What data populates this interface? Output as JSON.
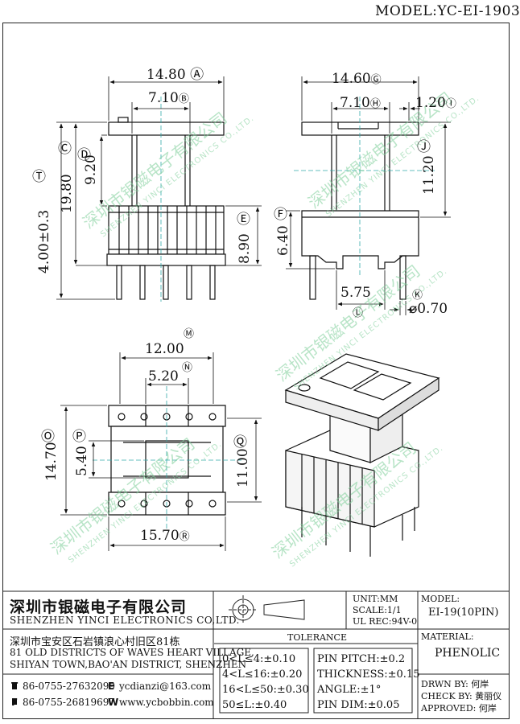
{
  "model_header": "MODEL:YC-EI-1903",
  "dimensions": {
    "a": "14.80",
    "a_tag": "Ⓐ",
    "b": "7.10",
    "b_tag": "Ⓑ",
    "c_tag": "Ⓒ",
    "t_tag": "Ⓣ",
    "d_tag": "Ⓓ",
    "t": "4.00±0.3",
    "c": "19.80",
    "d": "9.20",
    "e": "8.90",
    "e_tag": "Ⓔ",
    "g": "14.60",
    "g_tag": "Ⓖ",
    "h": "7.10",
    "h_tag": "Ⓗ",
    "i": "1.20",
    "i_tag": "Ⓘ",
    "j": "11.20",
    "j_tag": "Ⓙ",
    "f": "6.40",
    "f_tag": "Ⓕ",
    "l": "5.75",
    "l_tag": "Ⓛ",
    "k": "⌀0.70",
    "k_tag": "Ⓚ",
    "m": "12.00",
    "m_tag": "Ⓜ",
    "n": "5.20",
    "n_tag": "Ⓝ",
    "o": "14.70",
    "o_tag": "Ⓞ",
    "p": "5.40",
    "p_tag": "Ⓟ",
    "q": "11.00",
    "q_tag": "Ⓠ",
    "r": "15.70",
    "r_tag": "Ⓡ"
  },
  "watermark": {
    "cn": "深圳市银磁电子有限公司",
    "en": "SHENZHEN YINCI ELECTRONICS CO.,LTD."
  },
  "title_block": {
    "company_cn": "深圳市银磁电子有限公司",
    "company_en": "SHENZHEN YINCI ELECTRONICS CO,LTD.",
    "address_cn": "深圳市宝安区石岩镇浪心村旧区81栋",
    "address_en1": "81 OLD DISTRICTS OF WAVES HEART VILLAGE,",
    "address_en2": "SHIYAN TOWN,BAO'AN DISTRICT, SHENZHEN",
    "tel_label": "T",
    "tel": "86-0755-27632099",
    "email_label": "E",
    "email": "ycdianzi@163.com",
    "fax_label": "F",
    "fax": "86-0755-26819697",
    "web_label": "W",
    "web": "www.ycbobbin.com",
    "unit": "UNIT:MM",
    "scale": "SCALE:1/1",
    "ul": "UL REC:94V-0",
    "model_label": "MODEL:",
    "model_value": "EI-19(10PIN)",
    "material_label": "MATERIAL:",
    "material_value": "PHENOLIC",
    "tolerance_label": "TOLERANCE",
    "tol_left": [
      "0<L≤4:±0.10",
      "4<L≤16:±0.20",
      "16<L≤50:±0.30",
      "50≤L:±0.40"
    ],
    "tol_right": [
      "PIN PITCH:±0.2",
      "THICKNESS:±0.15",
      "ANGLE:±1°",
      "PIN DIM:±0.05"
    ],
    "drawn_label": "DRWN BY:",
    "drawn_value": "何岸",
    "check_label": "CHECK BY:",
    "check_value": "黄丽仪",
    "approved_label": "APPROVED:",
    "approved_value": "何岸"
  }
}
